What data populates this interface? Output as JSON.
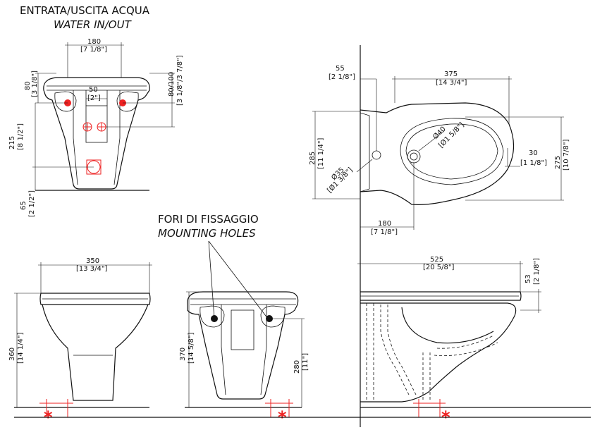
{
  "headings": {
    "water_it": "ENTRATA/USCITA ACQUA",
    "water_en": "WATER IN/OUT",
    "mount_it": "FORI DI FISSAGGIO",
    "mount_en": "MOUNTING HOLES"
  },
  "dims": {
    "d180_top": "180",
    "d180_top_in": "[7 1/8\"]",
    "d50": "50",
    "d50_in": "[2\"]",
    "d80": "80",
    "d80_in": "[3 1/8\"]",
    "d80_100": "80/100",
    "d80_100_in": "[3 1/8\"/3 7/8\"]",
    "d215": "215",
    "d215_in": "[8 1/2\"]",
    "d65": "65",
    "d65_in": "[2 1/2\"]",
    "d55": "55",
    "d55_in": "[2 1/8\"]",
    "d375": "375",
    "d375_in": "[14 3/4\"]",
    "d285": "285",
    "d285_in": "[11 1/4\"]",
    "d35": "Ø35",
    "d35_in": "[Ø1 3/8\"]",
    "d40": "Ø40",
    "d40_in": "[Ø1 5/8\"]",
    "d30": "30",
    "d30_in": "[1 1/8\"]",
    "d275": "275",
    "d275_in": "[10 7/8\"]",
    "d180_bot": "180",
    "d180_bot_in": "[7 1/8\"]",
    "d350": "350",
    "d350_in": "[13 3/4\"]",
    "d360": "360",
    "d360_in": "[14 1/4\"]",
    "d370": "370",
    "d370_in": "[14 5/8\"]",
    "d280": "280",
    "d280_in": "[11\"]",
    "d525": "525",
    "d525_in": "[20 5/8\"]",
    "d53": "53",
    "d53_in": "[2 1/8\"]"
  },
  "marks": {
    "asterisk": "*"
  },
  "colors": {
    "line": "#111111",
    "accent": "#e22222"
  }
}
